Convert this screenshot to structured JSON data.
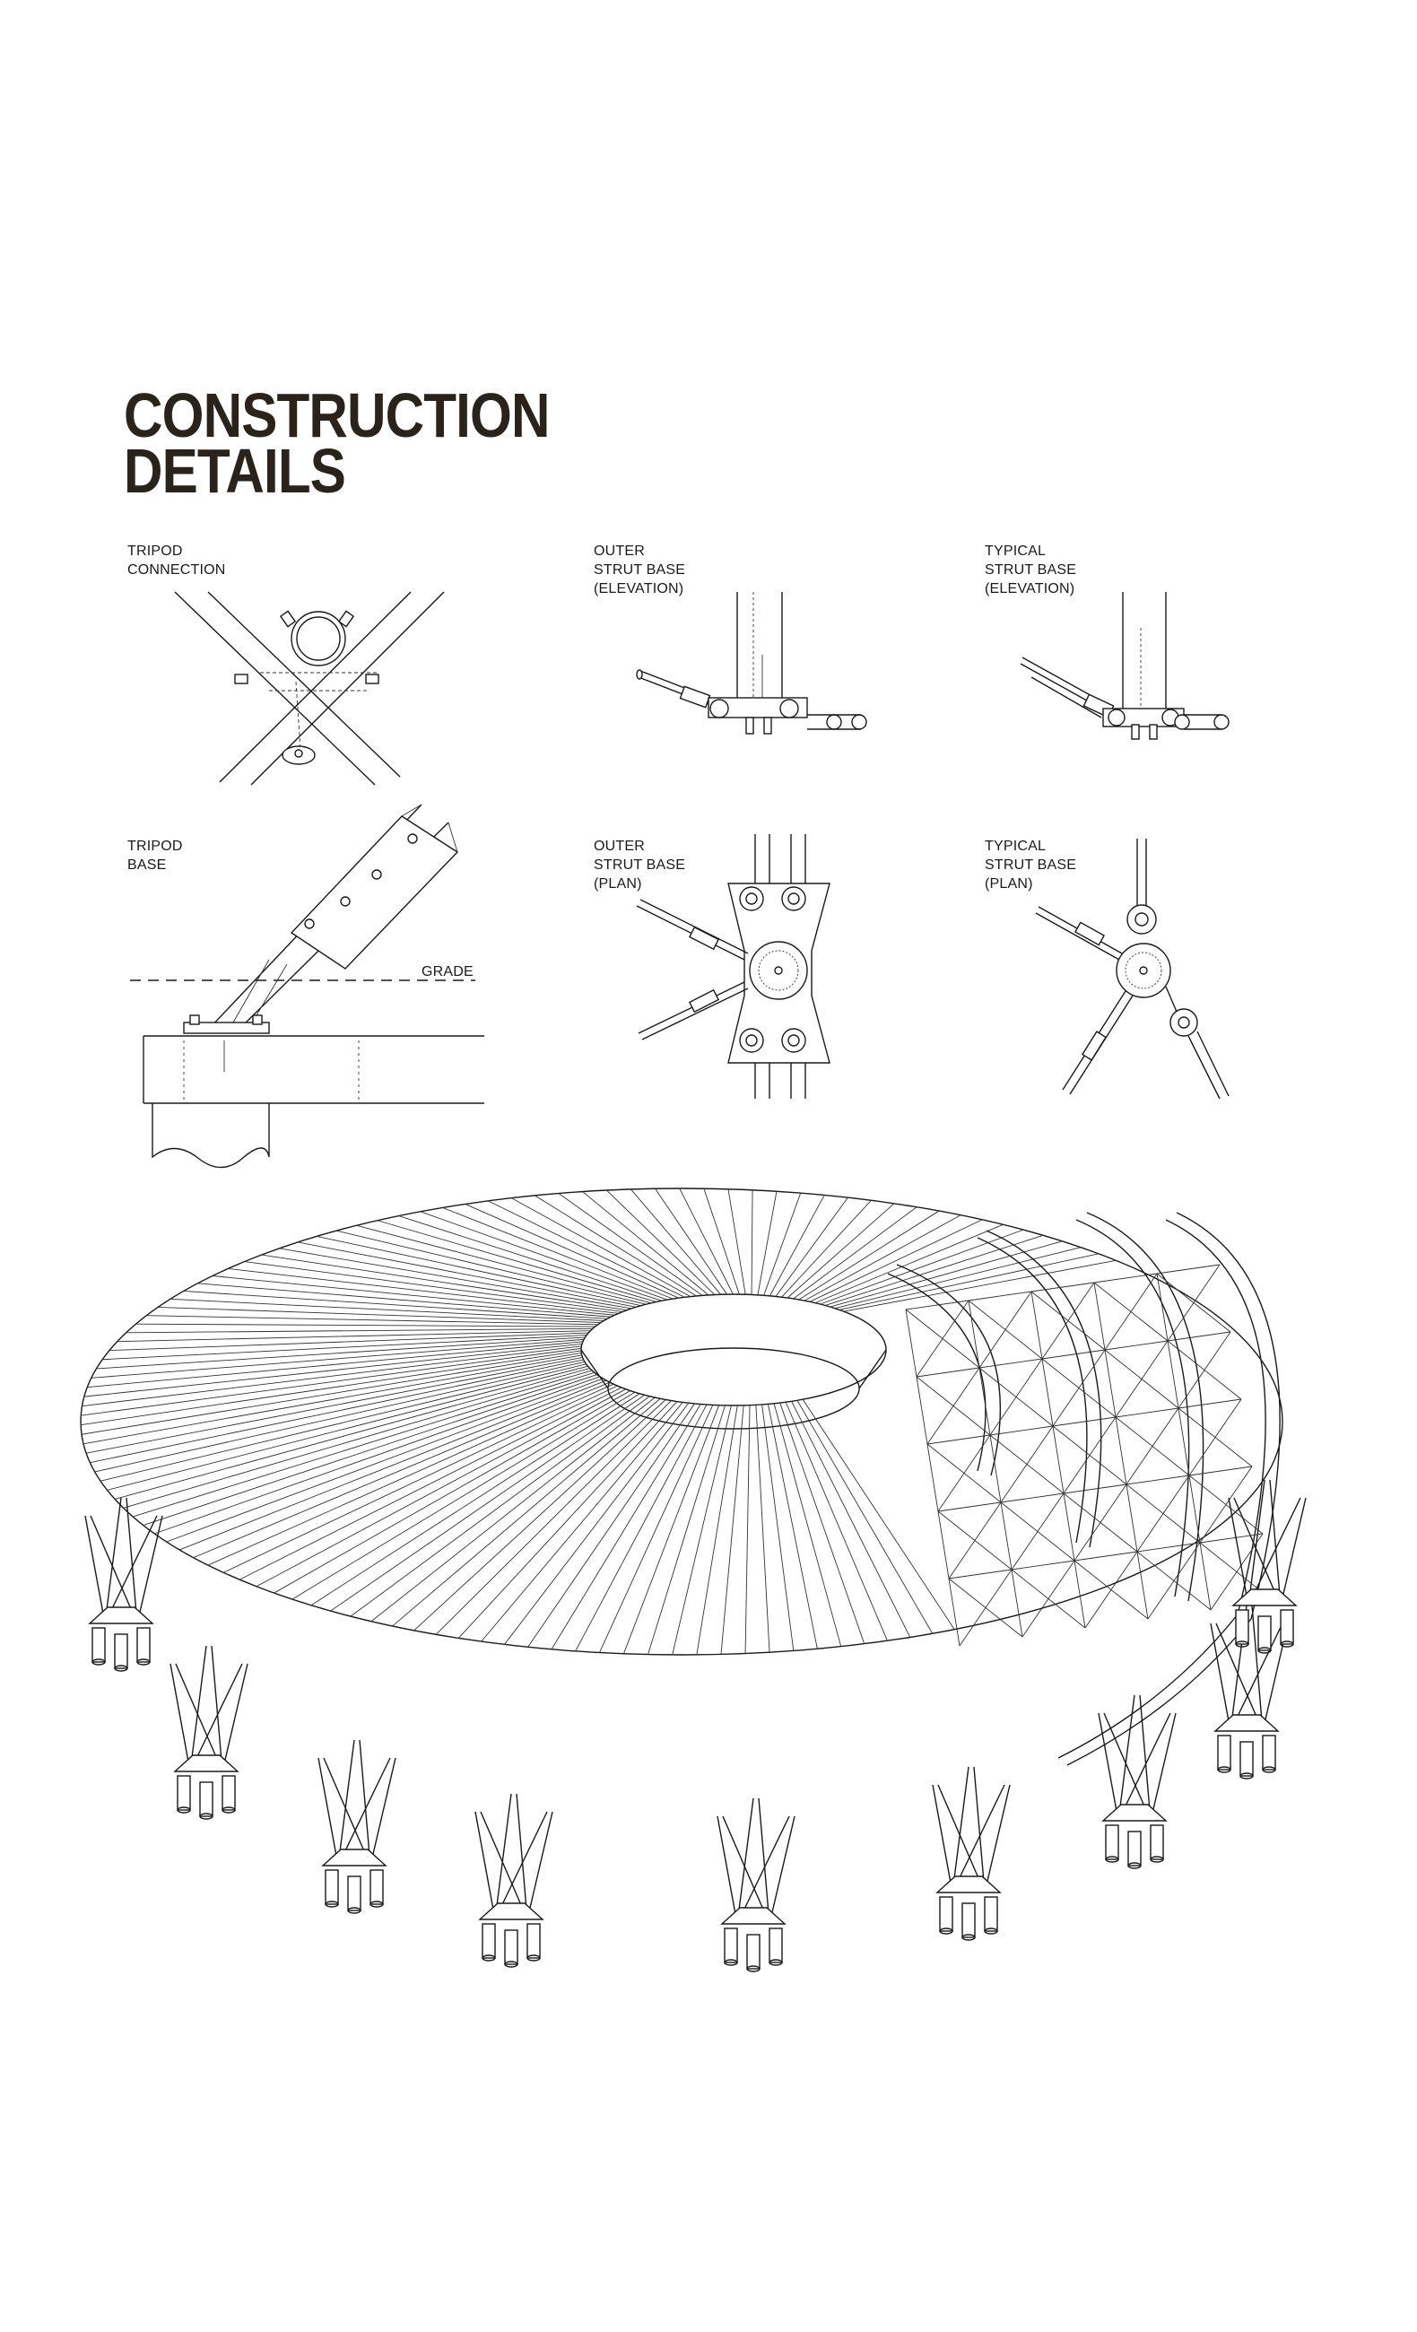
{
  "title": {
    "line1": "CONSTRUCTION",
    "line2": "DETAILS"
  },
  "details": [
    {
      "id": "tripod-connection",
      "line1": "TRIPOD",
      "line2": "CONNECTION",
      "line3": ""
    },
    {
      "id": "outer-strut-base-elevation",
      "line1": "OUTER",
      "line2": "STRUT BASE",
      "line3": "(ELEVATION)"
    },
    {
      "id": "typical-strut-base-elevation",
      "line1": "TYPICAL",
      "line2": "STRUT BASE",
      "line3": "(ELEVATION)"
    },
    {
      "id": "tripod-base",
      "line1": "TRIPOD",
      "line2": "BASE",
      "line3": ""
    },
    {
      "id": "outer-strut-base-plan",
      "line1": "OUTER",
      "line2": "STRUT BASE",
      "line3": "(PLAN)"
    },
    {
      "id": "typical-strut-base-plan",
      "line1": "TYPICAL",
      "line2": "STRUT BASE",
      "line3": "(PLAN)"
    }
  ],
  "grade_label": "GRADE"
}
